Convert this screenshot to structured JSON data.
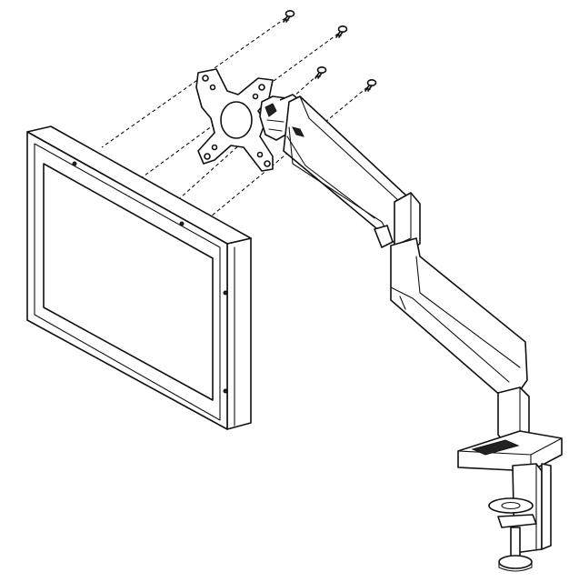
{
  "diagram": {
    "parts": [
      "monitor",
      "vesa-plate",
      "screws",
      "gas-spring-arm",
      "desk-clamp"
    ],
    "screw_count": 4,
    "colors": {
      "line": "#111111",
      "background": "#ffffff"
    }
  }
}
